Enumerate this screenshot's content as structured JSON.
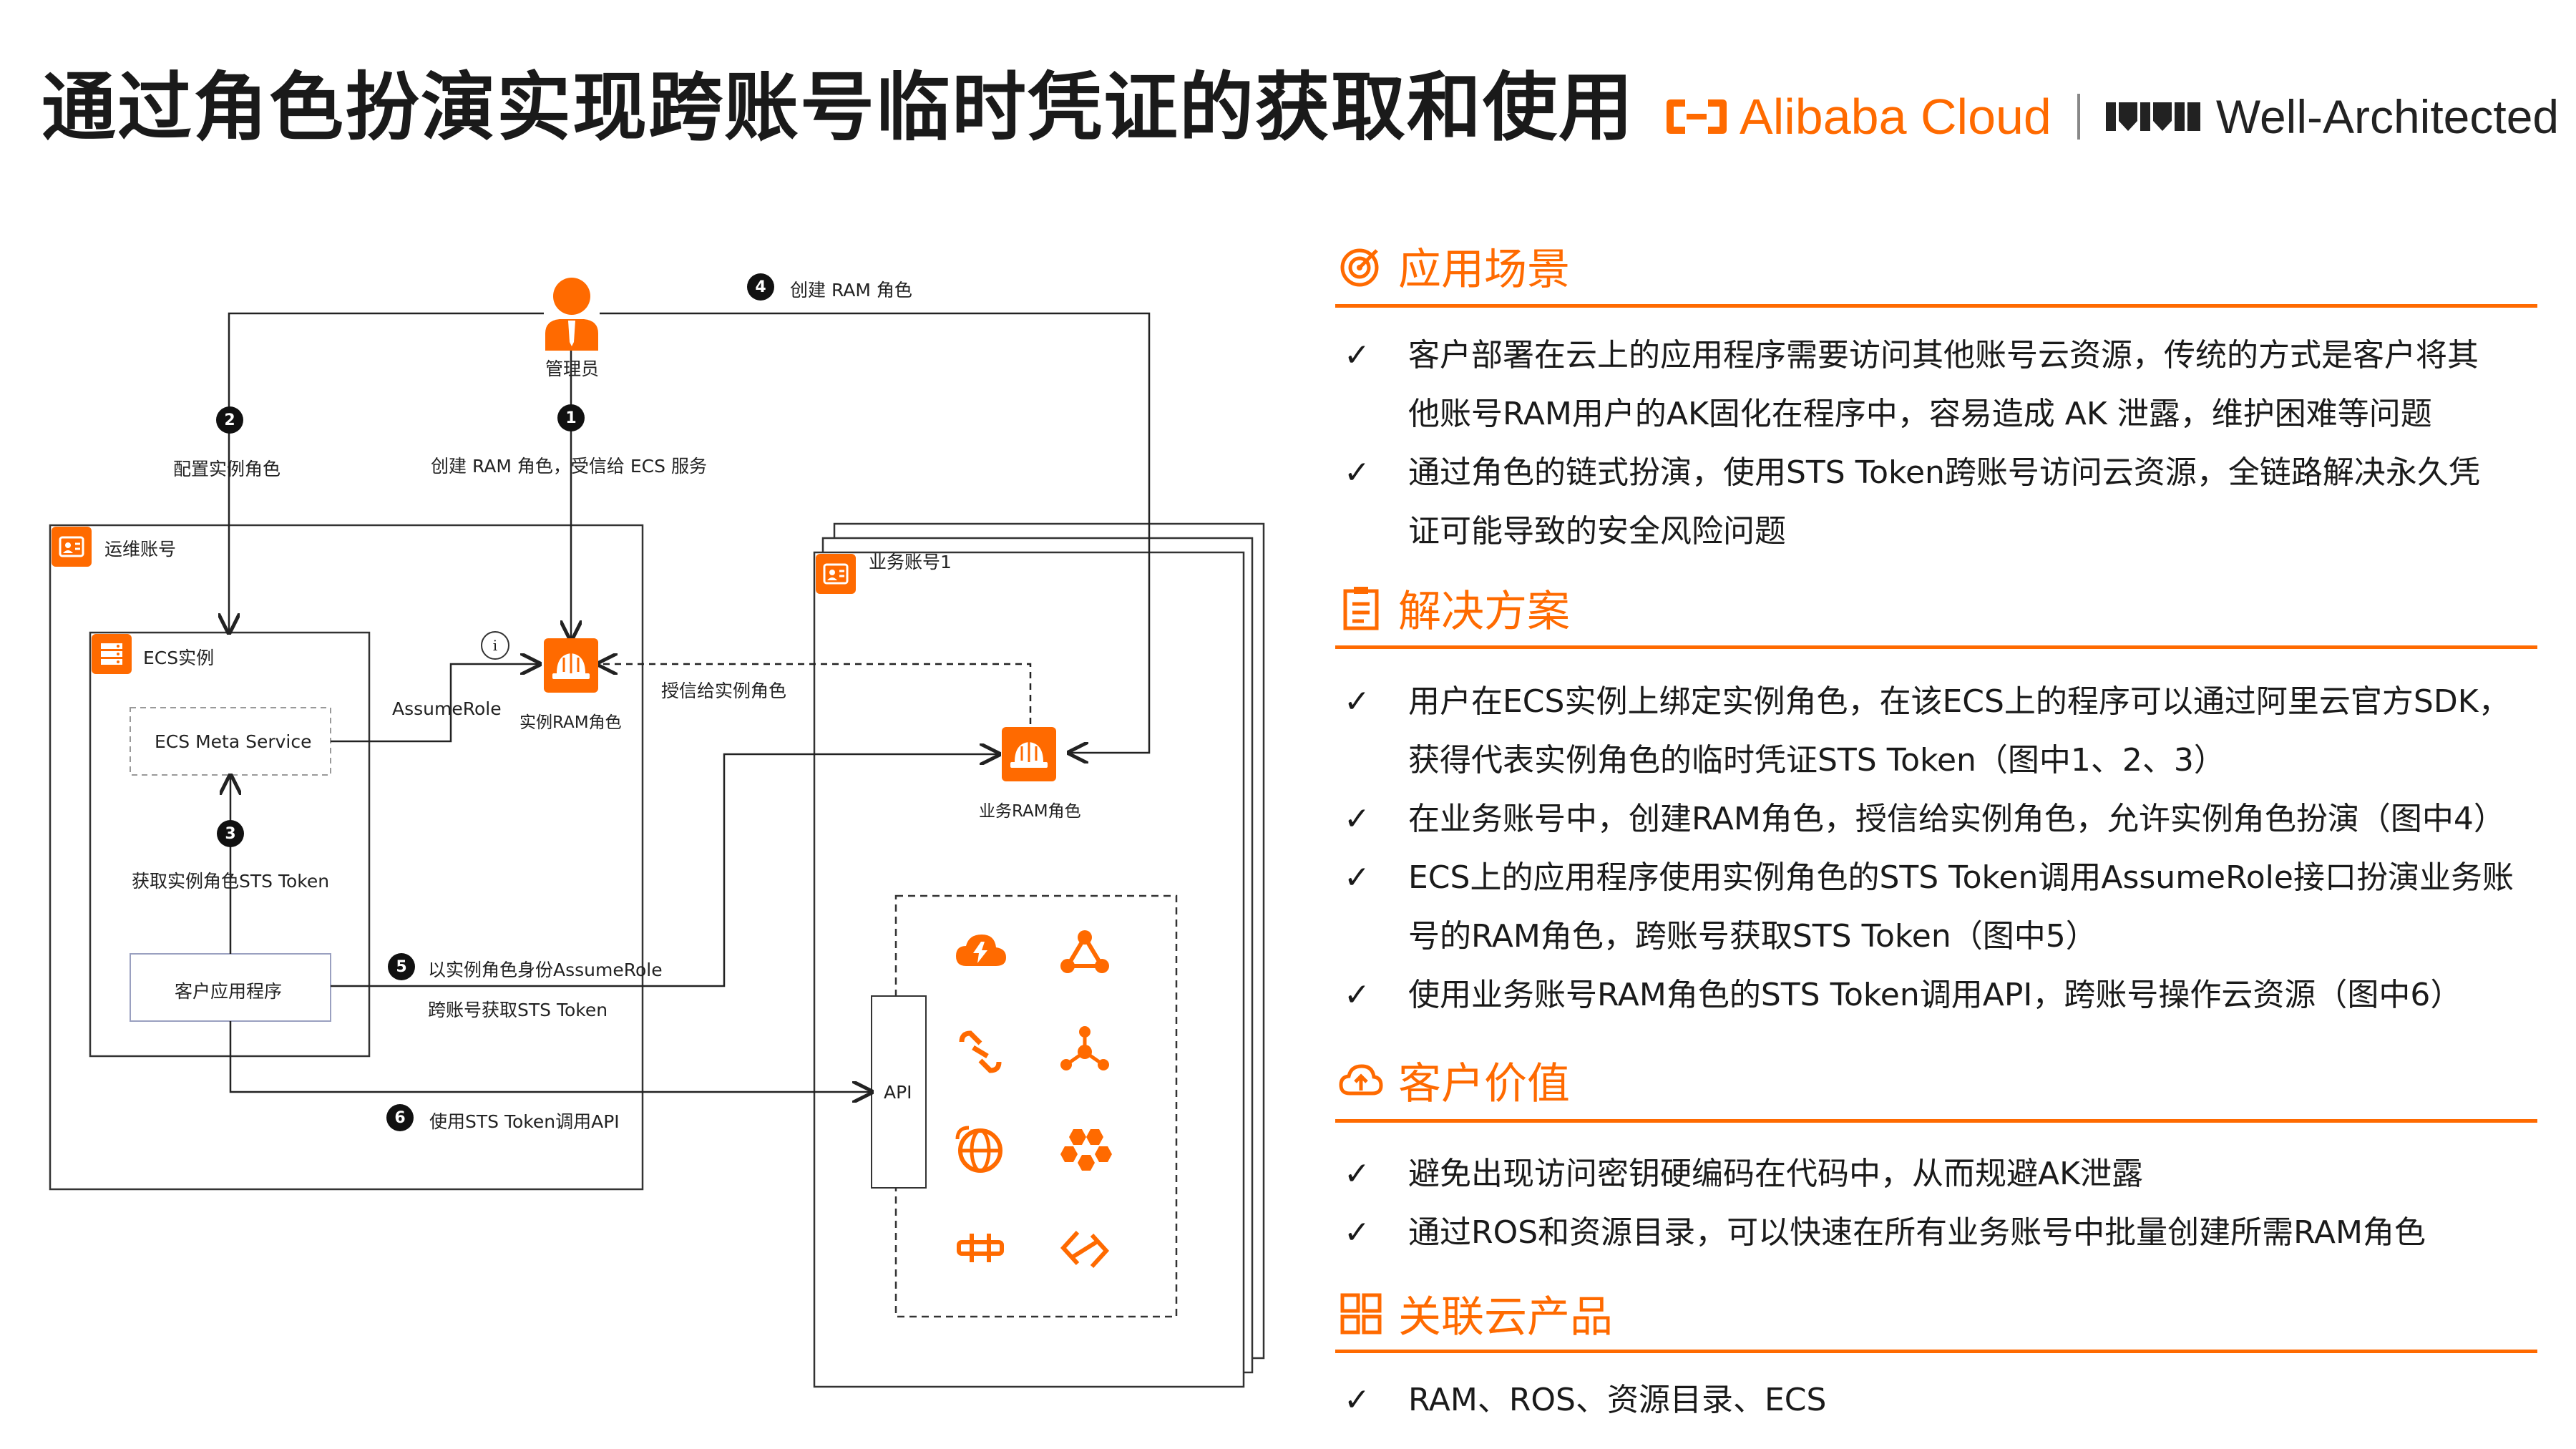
{
  "title": "通过角色扮演实现跨账号临时凭证的获取和使用",
  "brand": {
    "alibaba": "Alibaba Cloud",
    "well_architected": "Well-Architected"
  },
  "colors": {
    "accent": "#ff6a00",
    "text": "#1a1a1a"
  },
  "diagram": {
    "admin_label": "管理员",
    "ops_account": "运维账号",
    "business_account": "业务账号1",
    "ecs_instance": "ECS实例",
    "meta_service": "ECS Meta Service",
    "client_app": "客户应用程序",
    "instance_ram_role": "实例RAM角色",
    "business_ram_role": "业务RAM角色",
    "api": "API",
    "assume_role": "AssumeRole",
    "trust_instance_role": "授信给实例角色",
    "steps": {
      "s1": {
        "num": "1",
        "text": "创建 RAM 角色，受信给 ECS 服务"
      },
      "s2": {
        "num": "2",
        "text": "配置实例角色"
      },
      "s3": {
        "num": "3",
        "text": "获取实例角色STS Token"
      },
      "s4": {
        "num": "4",
        "text": "创建 RAM 角色"
      },
      "s5": {
        "num": "5",
        "text": "以实例角色身份AssumeRole",
        "text2": "跨账号获取STS Token"
      },
      "s6": {
        "num": "6",
        "text": "使用STS Token调用API"
      }
    },
    "info_mark": "i",
    "service_icons": [
      "cloud-upload-icon",
      "network-icon",
      "link-icon",
      "share-icon",
      "globe-icon",
      "hexagons-icon",
      "gateway-icon",
      "integration-icon"
    ]
  },
  "sections": [
    {
      "title": "应用场景",
      "icon": "target-icon",
      "bullets": [
        [
          "客户部署在云上的应用程序需要访问其他账号云资源，传统的方式是客户将其",
          "他账号RAM用户的AK固化在程序中，容易造成 AK 泄露，维护困难等问题"
        ],
        [
          "通过角色的链式扮演，使用STS Token跨账号访问云资源，全链路解决永久凭",
          "证可能导致的安全风险问题"
        ]
      ]
    },
    {
      "title": "解决方案",
      "icon": "document-icon",
      "bullets": [
        [
          "用户在ECS实例上绑定实例角色，在该ECS上的程序可以通过阿里云官方SDK，",
          "获得代表实例角色的临时凭证STS Token（图中1、2、3）"
        ],
        [
          "在业务账号中，创建RAM角色，授信给实例角色，允许实例角色扮演（图中4）"
        ],
        [
          "ECS上的应用程序使用实例角色的STS Token调用AssumeRole接口扮演业务账",
          "号的RAM角色，跨账号获取STS Token（图中5）"
        ],
        [
          "使用业务账号RAM角色的STS Token调用API，跨账号操作云资源（图中6）"
        ]
      ]
    },
    {
      "title": "客户价值",
      "icon": "cloud-upload-icon",
      "bullets": [
        [
          "避免出现访问密钥硬编码在代码中，从而规避AK泄露"
        ],
        [
          "通过ROS和资源目录，可以快速在所有业务账号中批量创建所需RAM角色"
        ]
      ]
    },
    {
      "title": "关联云产品",
      "icon": "grid-icon",
      "bullets": [
        [
          "RAM、ROS、资源目录、ECS"
        ]
      ]
    }
  ],
  "check_mark": "✓"
}
